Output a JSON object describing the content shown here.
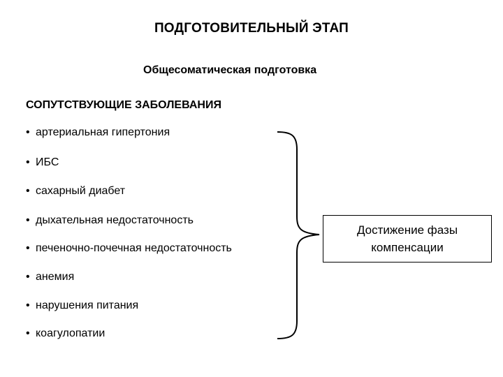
{
  "title": "ПОДГОТОВИТЕЛЬНЫЙ ЭТАП",
  "subtitle": "Общесоматическая подготовка",
  "section_heading": "СОПУТСТВУЮЩИЕ ЗАБОЛЕВАНИЯ",
  "bullet_symbol": "•",
  "diseases": [
    "артериальная гипертония",
    "ИБС",
    "сахарный диабет",
    "дыхательная недостаточность",
    "печеночно-почечная недостаточность",
    "анемия",
    "нарушения питания",
    "коагулопатии"
  ],
  "result": {
    "line1": "Достижение фазы",
    "line2": "компенсации"
  }
}
